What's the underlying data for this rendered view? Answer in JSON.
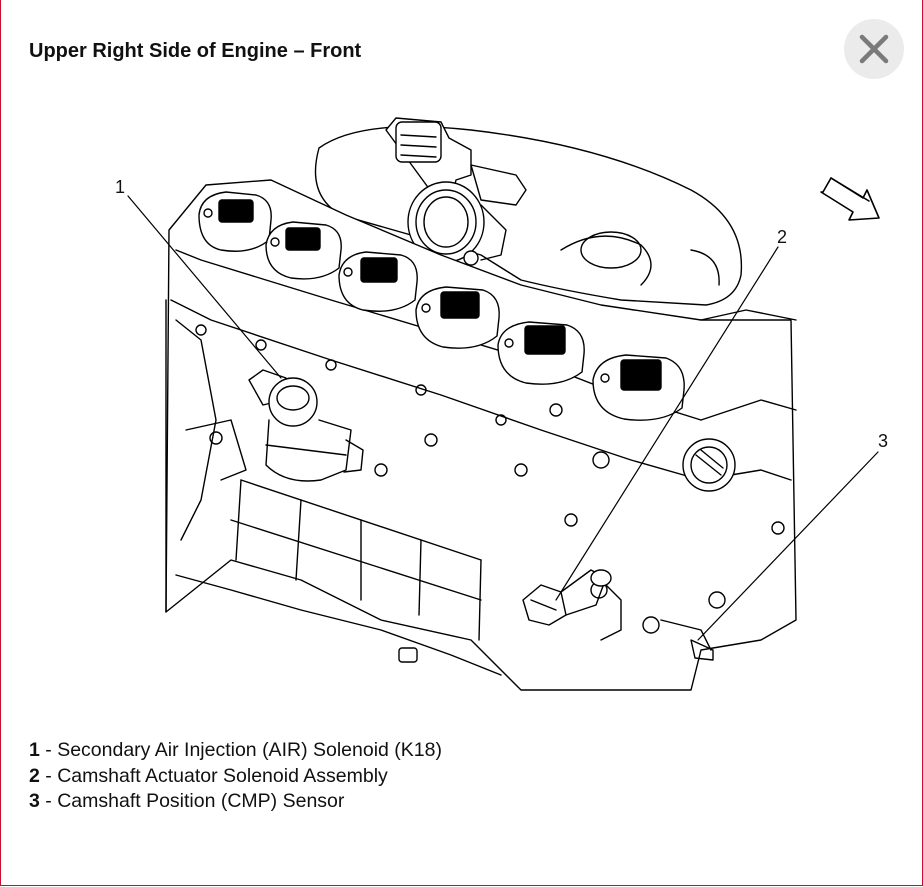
{
  "title": "Upper Right Side of Engine – Front",
  "close_icon": "close-x-icon",
  "callouts": [
    "1",
    "2",
    "3"
  ],
  "legend": [
    {
      "number": "1",
      "separator": " - ",
      "label": "Secondary Air Injection (AIR) Solenoid (K18)"
    },
    {
      "number": "2",
      "separator": " - ",
      "label": "Camshaft Actuator Solenoid Assembly"
    },
    {
      "number": "3",
      "separator": " - ",
      "label": "Camshaft Position (CMP) Sensor"
    }
  ],
  "colors": {
    "frame_border": "#c8102e",
    "close_bg": "#ebebeb",
    "line": "#000000"
  }
}
